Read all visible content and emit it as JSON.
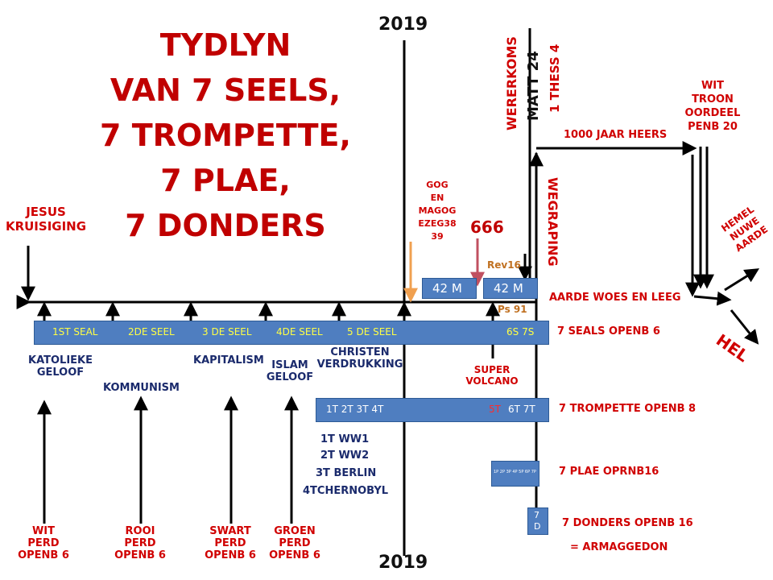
{
  "title_lines": [
    "TYDLYN",
    "VAN 7 SEELS,",
    "7 TROMPETTE,",
    "7 PLAE,",
    "7 DONDERS"
  ],
  "year_label": "2019",
  "jesus": "JESUS\nKRUISIGING",
  "gog": "GOG\nEN\nMAGOG\nEZEG38\n39",
  "n666": "666",
  "rev16": "Rev16",
  "ps91": "Ps 91",
  "m42": "42 M",
  "wederkoms": "WERERKOMS",
  "matt24": "MATT 24",
  "thess": "1 THESS 4",
  "wegraping": "WEGRAPING",
  "heers": "1000 JAAR HEERS",
  "wit_troon": "WIT\nTROON\nOORDEEL\nPENB 20",
  "hemel": "HEMEL\nNUWE\nAARDE",
  "hel": "HEL",
  "aarde": "AARDE WOES EN LEEG",
  "seals": [
    "1ST SEAL",
    "2DE SEEL",
    "3 DE SEEL",
    "4DE SEEL",
    "5 DE SEEL"
  ],
  "seals_end": "6S  7S",
  "seals_label": "7 SEALS OPENB 6",
  "below_labels": [
    "KATOLIEKE\nGELOOF",
    "KOMMUNISM",
    "KAPITALISM",
    "ISLAM\nGELOOF",
    "CHRISTEN\nVERDRUKKING"
  ],
  "super_volcano": "SUPER\nVOLCANO",
  "trump_left": "1T  2T  3T  4T",
  "trump_5": "5T",
  "trump_right": "6T  7T",
  "trump_label": "7 TROMPETTE  OPENB 8",
  "ww_lines": [
    "1T WW1",
    "2T WW2",
    "3T BERLIN",
    "4TCHERNOBYL"
  ],
  "plae_small": "1P 2P 3P 4P 5P 6P 7P",
  "plae_label": "7 PLAE  OPRNB16",
  "donders_box": "7\nD",
  "donders_label": "7 DONDERS OPENB 16",
  "armageddon": "= ARMAGGEDON",
  "horses": [
    "WIT\nPERD\nOPENB 6",
    "ROOI\nPERD\nOPENB 6",
    "SWART\nPERD\nOPENB 6",
    "GROEN\nPERD\nOPENB 6"
  ],
  "colors": {
    "red": "#d00000",
    "navy": "#1a2a6c",
    "bar": "#4f7ec0",
    "orange": "#f0a050",
    "rose": "#c05060"
  }
}
